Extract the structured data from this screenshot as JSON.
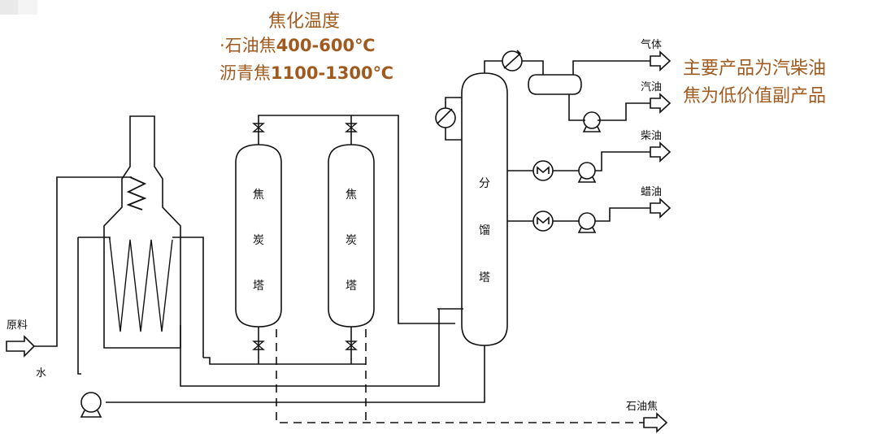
{
  "notes": {
    "coking_temp_title": "焦化温度",
    "petroleum_coke_label": "石油焦",
    "petroleum_coke_range": "400-600℃",
    "needle_coke_label": "沥青焦",
    "needle_coke_range": "1100-1300℃",
    "main_product": "主要产品为汽柴油",
    "byproduct": "焦为低价值副产品"
  },
  "diagram": {
    "feed": "原料",
    "water": "水",
    "drum_1": [
      "焦",
      "炭",
      "塔"
    ],
    "drum_2": [
      "焦",
      "炭",
      "塔"
    ],
    "fractionator": [
      "分",
      "馏",
      "塔"
    ],
    "outputs": {
      "gas": "气体",
      "gasoline": "汽油",
      "diesel": "柴油",
      "wax_oil": "蜡油",
      "petroleum_coke": "石油焦"
    }
  },
  "colors": {
    "annotation": "#a05a1e",
    "line": "#111111"
  }
}
